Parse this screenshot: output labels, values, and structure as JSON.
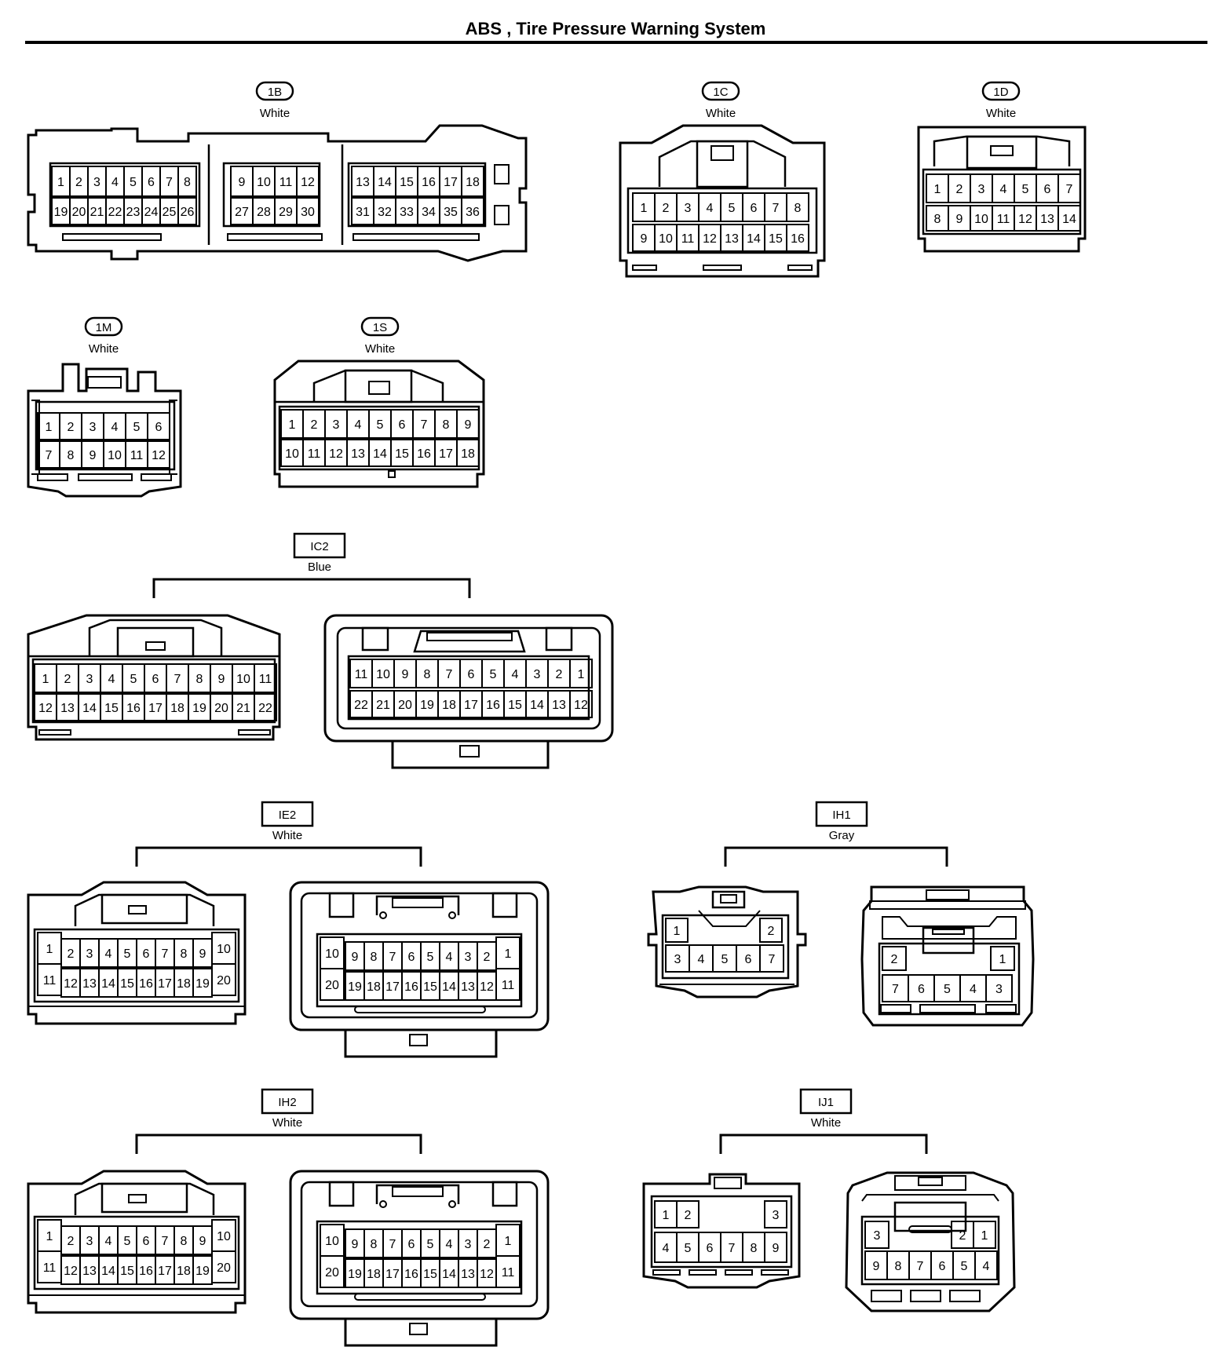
{
  "page": {
    "title": "ABS , Tire Pressure Warning System"
  },
  "connectors": {
    "c1B": {
      "code": "1B",
      "color": "White",
      "rows": [
        [
          "1",
          "2",
          "3",
          "4",
          "5",
          "6",
          "7",
          "8"
        ],
        [
          "19",
          "20",
          "21",
          "22",
          "23",
          "24",
          "25",
          "26"
        ],
        [
          "9",
          "10",
          "11",
          "12"
        ],
        [
          "27",
          "28",
          "29",
          "30"
        ],
        [
          "13",
          "14",
          "15",
          "16",
          "17",
          "18"
        ],
        [
          "31",
          "32",
          "33",
          "34",
          "35",
          "36"
        ]
      ]
    },
    "c1C": {
      "code": "1C",
      "color": "White",
      "rows": [
        [
          "1",
          "2",
          "3",
          "4",
          "5",
          "6",
          "7",
          "8"
        ],
        [
          "9",
          "10",
          "11",
          "12",
          "13",
          "14",
          "15",
          "16"
        ]
      ]
    },
    "c1D": {
      "code": "1D",
      "color": "White",
      "rows": [
        [
          "1",
          "2",
          "3",
          "4",
          "5",
          "6",
          "7"
        ],
        [
          "8",
          "9",
          "10",
          "11",
          "12",
          "13",
          "14"
        ]
      ]
    },
    "c1M": {
      "code": "1M",
      "color": "White",
      "rows": [
        [
          "1",
          "2",
          "3",
          "4",
          "5",
          "6"
        ],
        [
          "7",
          "8",
          "9",
          "10",
          "11",
          "12"
        ]
      ]
    },
    "c1S": {
      "code": "1S",
      "color": "White",
      "rows": [
        [
          "1",
          "2",
          "3",
          "4",
          "5",
          "6",
          "7",
          "8",
          "9"
        ],
        [
          "10",
          "11",
          "12",
          "13",
          "14",
          "15",
          "16",
          "17",
          "18"
        ]
      ]
    },
    "IC2": {
      "code": "IC2",
      "color": "Blue",
      "left_rows": [
        [
          "1",
          "2",
          "3",
          "4",
          "5",
          "6",
          "7",
          "8",
          "9",
          "10",
          "11"
        ],
        [
          "12",
          "13",
          "14",
          "15",
          "16",
          "17",
          "18",
          "19",
          "20",
          "21",
          "22"
        ]
      ],
      "right_rows": [
        [
          "11",
          "10",
          "9",
          "8",
          "7",
          "6",
          "5",
          "4",
          "3",
          "2",
          "1"
        ],
        [
          "22",
          "21",
          "20",
          "19",
          "18",
          "17",
          "16",
          "15",
          "14",
          "13",
          "12"
        ]
      ]
    },
    "IE2": {
      "code": "IE2",
      "color": "White",
      "left_rows": [
        [
          "1",
          "11"
        ],
        [
          "2",
          "3",
          "4",
          "5",
          "6",
          "7",
          "8",
          "9"
        ],
        [
          "12",
          "13",
          "14",
          "15",
          "16",
          "17",
          "18",
          "19"
        ],
        [
          "10",
          "20"
        ]
      ],
      "right_rows": [
        [
          "10",
          "20"
        ],
        [
          "9",
          "8",
          "7",
          "6",
          "5",
          "4",
          "3",
          "2"
        ],
        [
          "19",
          "18",
          "17",
          "16",
          "15",
          "14",
          "13",
          "12"
        ],
        [
          "1",
          "11"
        ]
      ]
    },
    "IH1": {
      "code": "IH1",
      "color": "Gray",
      "left_rows": [
        [
          "1",
          "2"
        ],
        [
          "3",
          "4",
          "5",
          "6",
          "7"
        ]
      ],
      "right_rows": [
        [
          "2",
          "1"
        ],
        [
          "7",
          "6",
          "5",
          "4",
          "3"
        ]
      ]
    },
    "IH2": {
      "code": "IH2",
      "color": "White",
      "left_rows": [
        [
          "1",
          "11"
        ],
        [
          "2",
          "3",
          "4",
          "5",
          "6",
          "7",
          "8",
          "9"
        ],
        [
          "12",
          "13",
          "14",
          "15",
          "16",
          "17",
          "18",
          "19"
        ],
        [
          "10",
          "20"
        ]
      ],
      "right_rows": [
        [
          "10",
          "20"
        ],
        [
          "9",
          "8",
          "7",
          "6",
          "5",
          "4",
          "3",
          "2"
        ],
        [
          "19",
          "18",
          "17",
          "16",
          "15",
          "14",
          "13",
          "12"
        ],
        [
          "1",
          "11"
        ]
      ]
    },
    "IJ1": {
      "code": "IJ1",
      "color": "White",
      "left_rows": [
        [
          "1",
          "2",
          "3"
        ],
        [
          "4",
          "5",
          "6",
          "7",
          "8",
          "9"
        ]
      ],
      "right_rows": [
        [
          "3",
          "2",
          "1"
        ],
        [
          "9",
          "8",
          "7",
          "6",
          "5",
          "4"
        ]
      ]
    }
  }
}
